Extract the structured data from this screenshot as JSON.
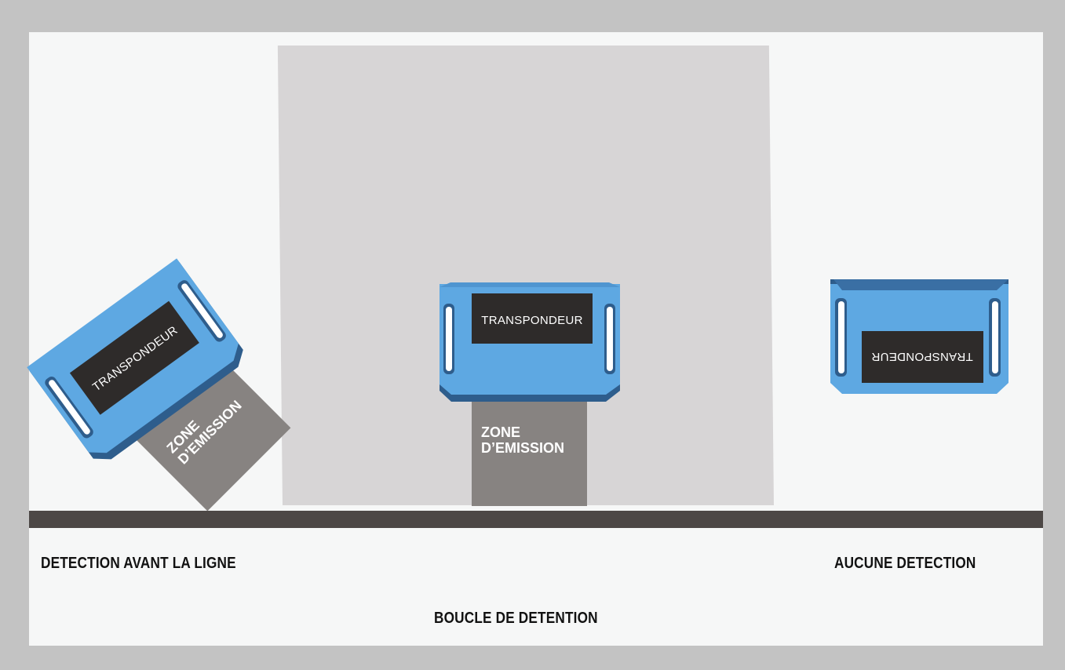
{
  "colors": {
    "background_outer": "#c3c3c3",
    "background_inner": "#f6f7f7",
    "loop_area": "#d7d5d6",
    "ground_line": "#4d4846",
    "transponder_blue": "#5ea8e2",
    "transponder_dark": "#2e5d8c",
    "label_panel": "#2e2b2a",
    "emission_zone": "#878381"
  },
  "transponders": {
    "left": {
      "label": "TRANSPONDEUR"
    },
    "center": {
      "label": "TRANSPONDEUR"
    },
    "right": {
      "label": "TRANSPONDEUR"
    }
  },
  "zones": {
    "left": {
      "line1": "ZONE",
      "line2": "D’EMISSION"
    },
    "center": {
      "line1": "ZONE",
      "line2": "D’EMISSION"
    }
  },
  "labels": {
    "left": "DETECTION AVANT LA LIGNE",
    "right": "AUCUNE DETECTION",
    "center": "BOUCLE DE DETENTION"
  }
}
